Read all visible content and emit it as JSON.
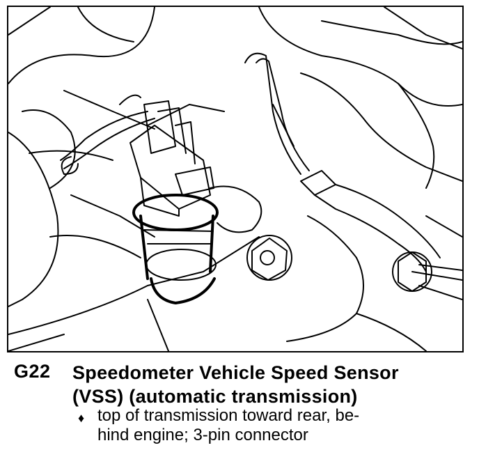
{
  "figure": {
    "code": "G22",
    "title_line1": "Speedometer Vehicle Speed Sensor",
    "title_line2": "(VSS)  (automatic transmission)",
    "bullet_symbol": "♦",
    "bullet_line1": "top of transmission toward rear, be-",
    "bullet_line2": "hind engine;  3-pin connector"
  }
}
